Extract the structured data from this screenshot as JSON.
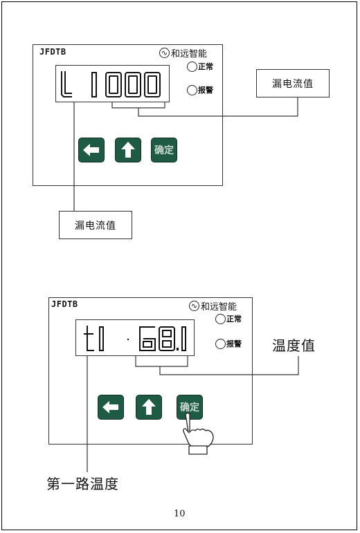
{
  "page": {
    "number": "10"
  },
  "panel1": {
    "model": "JFDTB",
    "brand": "和远智能",
    "brand_logo": "wave-circle-logo",
    "indicators": [
      {
        "label": "正常"
      },
      {
        "label": "报警"
      }
    ],
    "display": {
      "prefix": "L",
      "value": "1000"
    },
    "buttons": {
      "left_icon": "arrow-left-icon",
      "up_icon": "arrow-up-icon",
      "confirm_label": "确定"
    },
    "callouts": {
      "value_label": "漏电流值",
      "prefix_label": "漏电流值"
    }
  },
  "panel2": {
    "model": "JFDTB",
    "brand": "和远智能",
    "brand_logo": "wave-circle-logo",
    "indicators": [
      {
        "label": "正常"
      },
      {
        "label": "报警"
      }
    ],
    "display": {
      "prefix": "t1",
      "value": "68.1"
    },
    "buttons": {
      "left_icon": "arrow-left-icon",
      "up_icon": "arrow-up-icon",
      "confirm_label": "确定"
    },
    "callouts": {
      "value_label": "温度值",
      "prefix_label": "第一路温度"
    },
    "pointer_icon": "hand-pointer-icon"
  }
}
